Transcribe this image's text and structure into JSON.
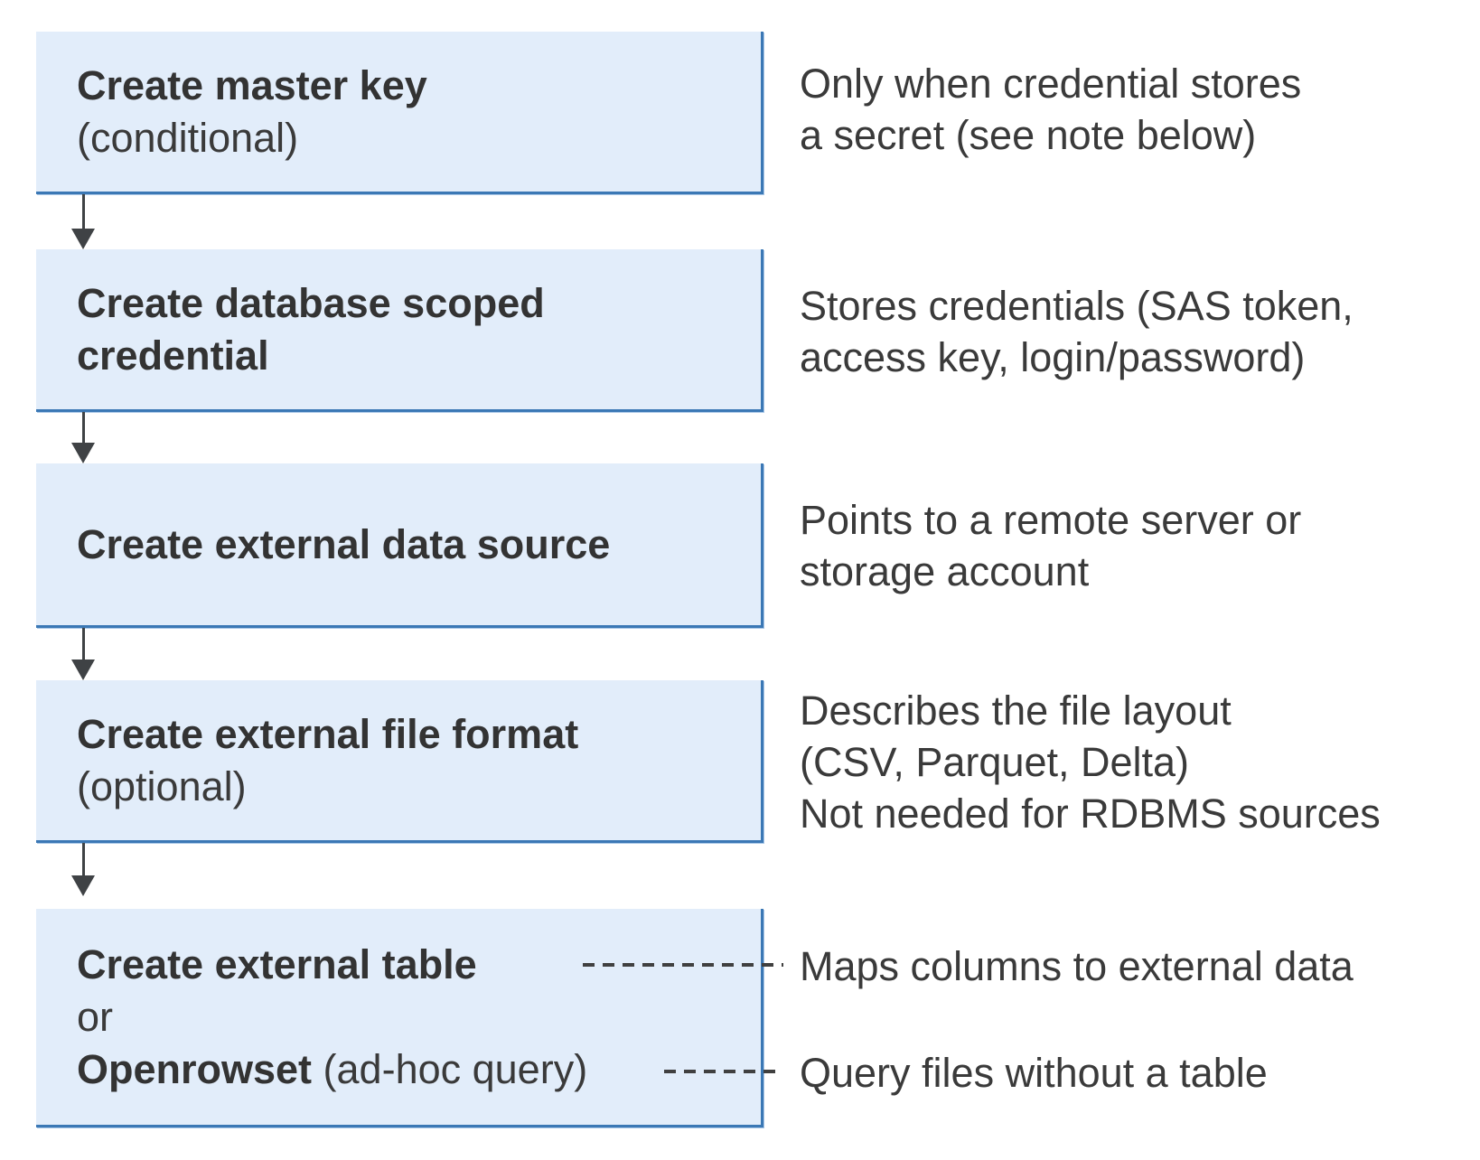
{
  "palette": {
    "box_fill": "#e2edfa",
    "box_border": "#3b78b5",
    "arrow": "#3f4245",
    "dash": "#404040",
    "text": "#3a3a3a"
  },
  "steps": [
    {
      "box_lines": [
        {
          "text": "Create master key",
          "bold": true
        },
        {
          "text": "(conditional)",
          "bold": false
        }
      ],
      "note_lines": [
        "Only when credential stores",
        "a secret (see note below)"
      ]
    },
    {
      "box_lines": [
        {
          "text": "Create database scoped",
          "bold": true
        },
        {
          "text": "credential",
          "bold": true
        }
      ],
      "note_lines": [
        "Stores credentials (SAS token,",
        "access key, login/password)"
      ]
    },
    {
      "box_lines": [
        {
          "text": "Create external data source",
          "bold": true
        }
      ],
      "note_lines": [
        "Points to a remote server or",
        "storage account"
      ]
    },
    {
      "box_lines": [
        {
          "text": "Create external file format",
          "bold": true
        },
        {
          "text": "(optional)",
          "bold": false
        }
      ],
      "note_lines": [
        "Describes the file layout",
        "(CSV, Parquet, Delta)",
        "Not needed for RDBMS sources"
      ]
    },
    {
      "line1_bold": "Create external table",
      "line2": "or",
      "line3_bold": "Openrowset",
      "line3_rest": " (ad-hoc query)",
      "connector_notes": [
        "Maps columns to external data",
        "Query files without a table"
      ]
    }
  ]
}
